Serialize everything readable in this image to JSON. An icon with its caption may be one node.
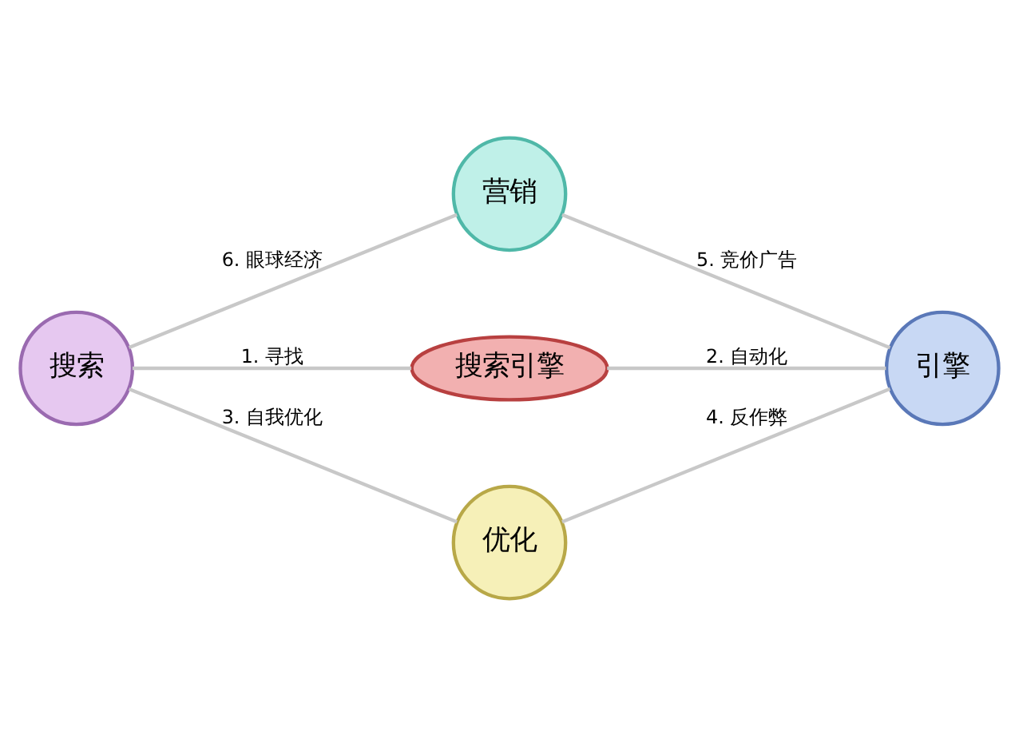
{
  "diagram": {
    "nodes": [
      {
        "text": [
          "营销"
        ]
      },
      {
        "text": [
          "搜索"
        ]
      },
      {
        "text": [
          "搜索引擎"
        ]
      },
      {
        "text": [
          "引擎"
        ]
      },
      {
        "text": [
          "优化"
        ]
      }
    ],
    "edges": [
      {
        "from": 1,
        "to": 2,
        "arrow": "none",
        "label": "1. 寻找"
      },
      {
        "from": 2,
        "to": 3,
        "arrow": "none",
        "label": "2. 自动化"
      },
      {
        "from": 1,
        "to": 4,
        "arrow": "none",
        "label": "3. 自我优化"
      },
      {
        "from": 4,
        "to": 3,
        "arrow": "none",
        "label": "4. 反作弊"
      },
      {
        "from": 0,
        "to": 3,
        "arrow": "none",
        "label": "5. 竞价广告"
      },
      {
        "from": 1,
        "to": 0,
        "arrow": "none",
        "label": "6. 眼球经济"
      }
    ]
  }
}
